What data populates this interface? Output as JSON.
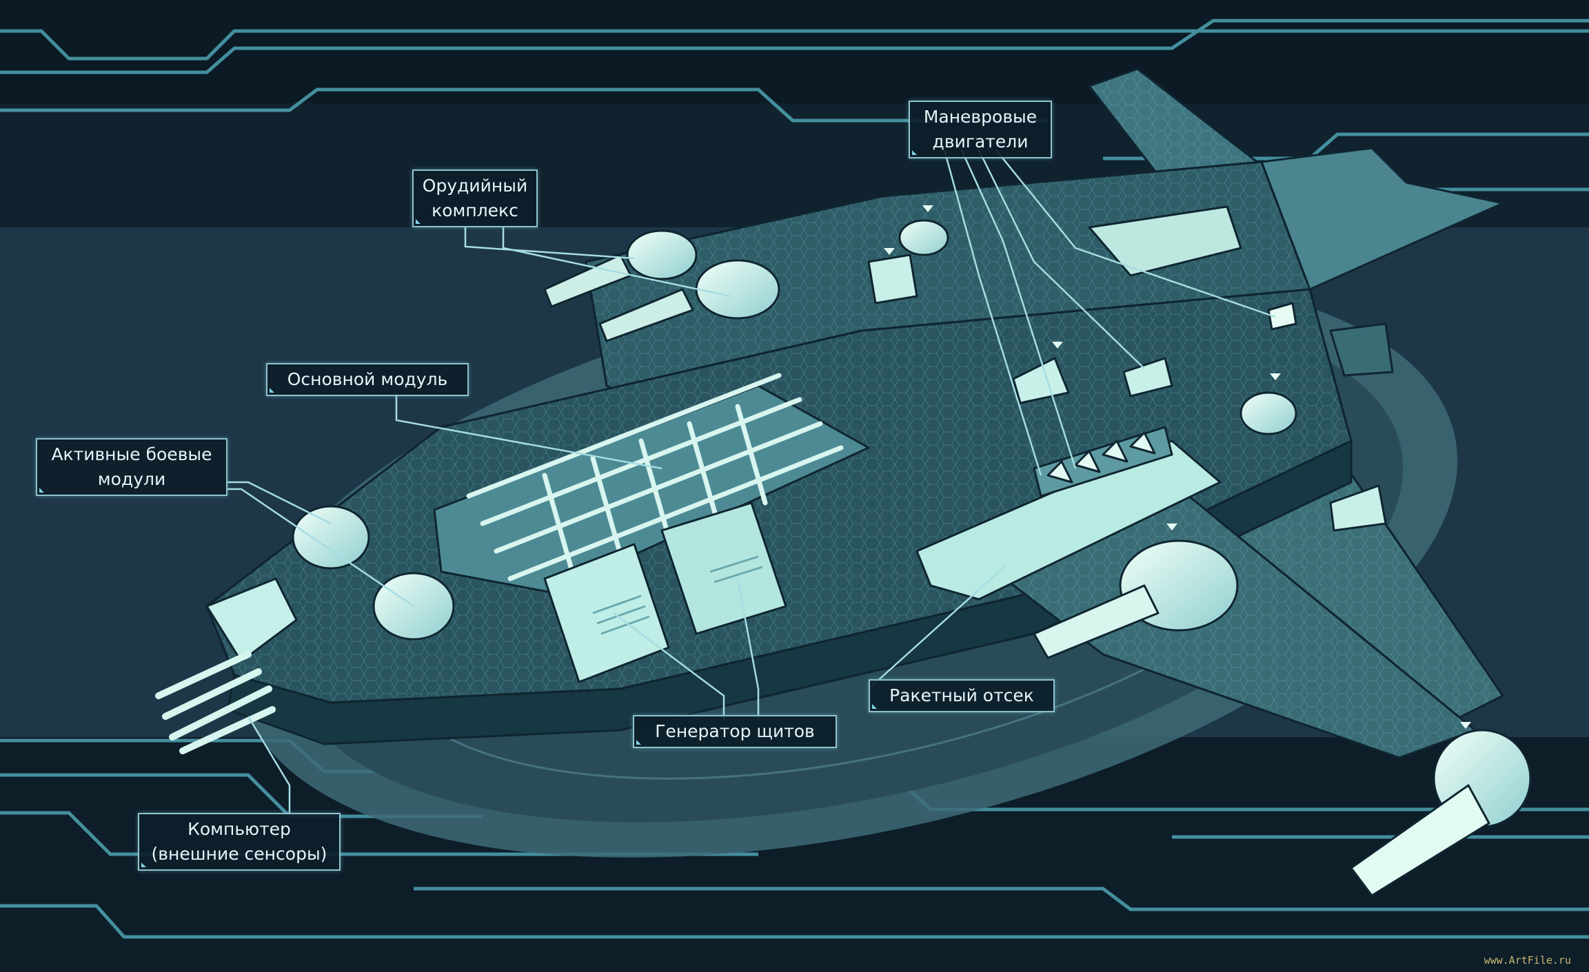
{
  "labels": {
    "maneuver_engines": {
      "line1": "Маневровые",
      "line2": "двигатели"
    },
    "weapon_complex": {
      "line1": "Орудийный",
      "line2": "комплекс"
    },
    "main_module": {
      "line1": "Основной модуль"
    },
    "active_combat_modules": {
      "line1": "Активные боевые",
      "line2": "модули"
    },
    "missile_bay": {
      "line1": "Ракетный отсек"
    },
    "shield_generator": {
      "line1": "Генератор щитов"
    },
    "computer": {
      "line1": "Компьютер",
      "line2": "(внешние сенсоры)"
    }
  },
  "watermark": "www.ArtFile.ru",
  "colors": {
    "background": "#0b1a24",
    "circuit": "#4fa3b3",
    "hull_dark": "#2a5560",
    "hull_light": "#a9e2e4",
    "callout_border": "#8fc4cf",
    "callout_text": "#e6f6f8"
  }
}
